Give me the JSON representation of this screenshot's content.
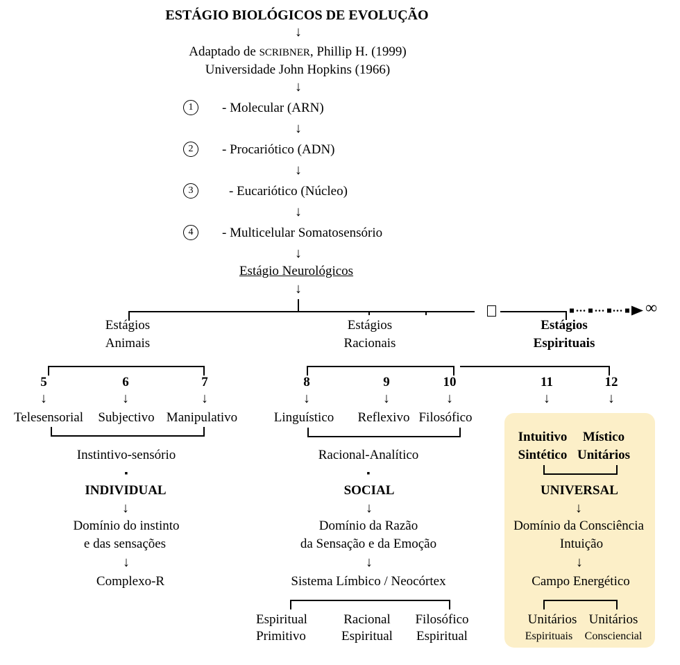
{
  "glyphs": {
    "down_arrow": "↓",
    "infinity": "∞",
    "bullet": "▪"
  },
  "header": {
    "title": "ESTÁGIO BIOLÓGICOS DE EVOLUÇÃO",
    "adapted_prefix": "Adaptado de ",
    "adapted_author": "SCRIBNER",
    "adapted_suffix": ", Phillip H. (1999)",
    "institution": "Universidade John Hopkins (1966)"
  },
  "biological_stages": [
    {
      "num": "1",
      "label": "- Molecular (ARN)"
    },
    {
      "num": "2",
      "label": "- Procariótico (ADN)"
    },
    {
      "num": "3",
      "label": "- Eucariótico (Núcleo)"
    },
    {
      "num": "4",
      "label": "- Multicelular Somatosensório"
    }
  ],
  "neurological_heading": "Estágio Neurológicos",
  "branches": {
    "animal": {
      "line1": "Estágios",
      "line2": "Animais"
    },
    "rational": {
      "line1": "Estágios",
      "line2": "Racionais"
    },
    "spiritual": {
      "line1": "Estágios",
      "line2": "Espirituais"
    }
  },
  "animal": {
    "numbers": [
      "5",
      "6",
      "7"
    ],
    "stages": [
      "Telesensorial",
      "Subjectivo",
      "Manipulativo"
    ],
    "group": "Instintivo-sensório",
    "category": "INDIVIDUAL",
    "domain_line1": "Domínio do instinto",
    "domain_line2": "e das sensações",
    "system": "Complexo-R"
  },
  "rational": {
    "numbers": [
      "8",
      "9",
      "10"
    ],
    "stages": [
      "Linguístico",
      "Reflexivo",
      "Filosófico"
    ],
    "group": "Racional-Analítico",
    "category": "SOCIAL",
    "domain_line1": "Domínio da Razão",
    "domain_line2": "da Sensação e da Emoção",
    "system": "Sistema Límbico / Neocórtex",
    "sublevels": [
      {
        "line1": "Espiritual",
        "line2": "Primitivo"
      },
      {
        "line1": "Racional",
        "line2": "Espiritual"
      },
      {
        "line1": "Filosófico",
        "line2": "Espiritual"
      }
    ]
  },
  "spiritual": {
    "numbers": [
      "11",
      "12"
    ],
    "stages": [
      {
        "line1": "Intuitivo",
        "line2": "Sintético"
      },
      {
        "line1": "Místico",
        "line2": "Unitários"
      }
    ],
    "category": "UNIVERSAL",
    "domain_line1": "Domínio da Consciência",
    "domain_line2": "Intuição",
    "system": "Campo Energético",
    "sublevels": [
      {
        "line1": "Unitários",
        "line2": "Espirituais"
      },
      {
        "line1": "Unitários",
        "line2": "Consciencial"
      }
    ],
    "highlight_color": "#FCEFC8"
  }
}
